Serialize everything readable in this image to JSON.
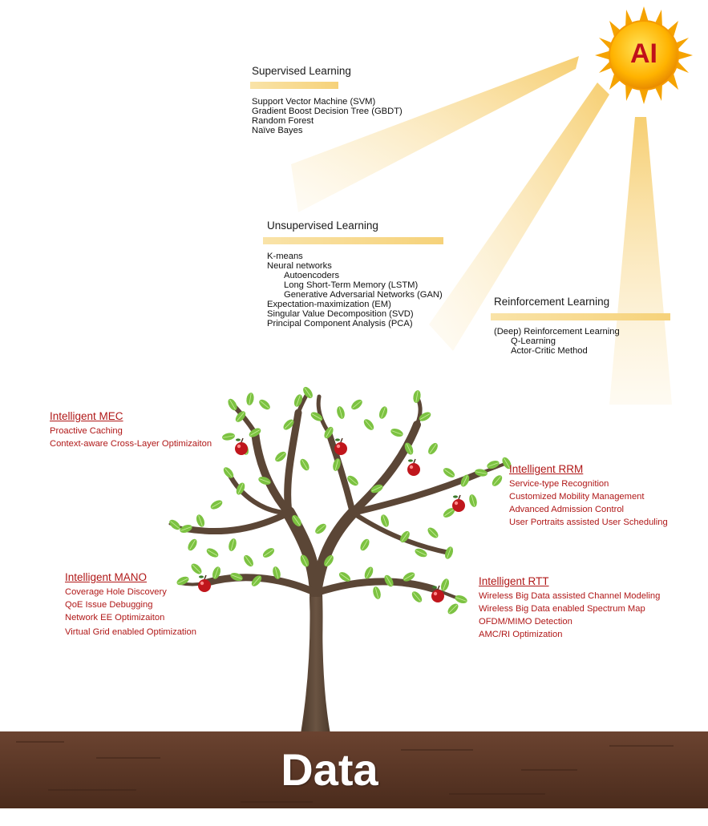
{
  "sun": {
    "label": "AI"
  },
  "soil": {
    "label": "Data"
  },
  "categories": [
    {
      "title": "Supervised Learning",
      "items": [
        "Support Vector Machine (SVM)",
        "Gradient Boost Decision Tree (GBDT)",
        "Random Forest",
        "Naïve Bayes"
      ]
    },
    {
      "title": "Unsupervised Learning",
      "items": [
        "K-means",
        "Neural networks",
        "Autoencoders",
        "Long Short-Term Memory (LSTM)",
        "Generative Adversarial Networks (GAN)",
        "Expectation-maximization (EM)",
        "Singular Value Decomposition (SVD)",
        "Principal Component Analysis (PCA)"
      ]
    },
    {
      "title": "Reinforcement Learning",
      "items": [
        "(Deep) Reinforcement Learning",
        "Q-Learning",
        "Actor-Critic Method"
      ]
    }
  ],
  "applications": [
    {
      "title": "Intelligent MEC",
      "items": [
        "Proactive Caching",
        "Context-aware Cross-Layer Optimizaiton"
      ]
    },
    {
      "title": "Intelligent RRM",
      "items": [
        "Service-type Recognition",
        "Customized Mobility Management",
        "Advanced Admission Control",
        "User Portraits assisted User Scheduling"
      ]
    },
    {
      "title": "Intelligent MANO",
      "items": [
        "Coverage Hole Discovery",
        "QoE Issue Debugging",
        "Network EE Optimizaiton",
        "Virtual Grid enabled Optimization"
      ]
    },
    {
      "title": "Intelligent RTT",
      "items": [
        "Wireless Big Data assisted Channel Modeling",
        "Wireless Big Data enabled Spectrum Map",
        "OFDM/MIMO Detection",
        "AMC/RI Optimization"
      ]
    }
  ],
  "colors": {
    "accent": "#b01818",
    "beam": "#f8d98a",
    "sun": "#f7b500",
    "soil": "#5a3522",
    "trunk": "#5b4636",
    "leaf": "#7cc242"
  }
}
